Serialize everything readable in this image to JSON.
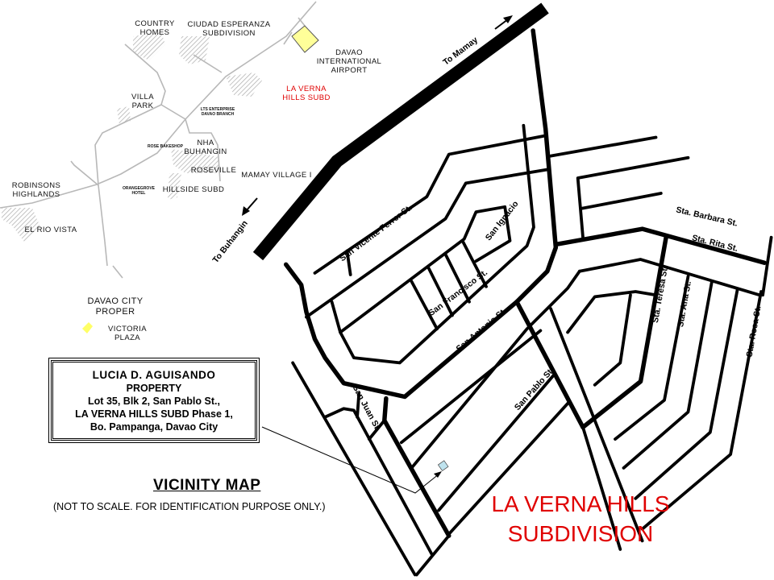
{
  "colors": {
    "title_red": "#e00000",
    "airport_yellow": "#ffff99",
    "property_blue": "#bfe3ee"
  },
  "locality_labels": {
    "country_homes": [
      "COUNTRY",
      "HOMES"
    ],
    "ciudad": [
      "CIUDAD ESPERANZA",
      "SUBDIVISION"
    ],
    "airport": [
      "DAVAO",
      "INTERNATIONAL",
      "AIRPORT"
    ],
    "la_verna": [
      "LA VERNA",
      "HILLS SUBD"
    ],
    "villa_park": [
      "VILLA",
      "PARK"
    ],
    "lts": [
      "LTS ENTERPRISE",
      "DAVAO BRANCH"
    ],
    "rose_bakeshop": "ROSE BAKESHOP",
    "nha": [
      "NHA",
      "BUHANGIN"
    ],
    "roseville": "ROSEVILLE",
    "mamay": "MAMAY VILLAGE I",
    "orangegrove": [
      "ORANGEGROVE",
      "HOTEL"
    ],
    "hillside": "HILLSIDE SUBD",
    "robinsons": [
      "ROBINSONS",
      "HIGHLANDS"
    ],
    "el_rio": "EL RIO VISTA",
    "davao_city": [
      "DAVAO CITY",
      "PROPER"
    ],
    "victoria": [
      "VICTORIA",
      "PLAZA"
    ]
  },
  "directions": {
    "to_mamay": "To Mamay",
    "to_buhangin": "To Buhangin"
  },
  "streets": {
    "san_vicente": "San Vicente Ferrer  St.",
    "san_ignacio": "San Ignacio",
    "san_francisco": "San Francisco St.",
    "san_antonio": "San Antonio St.",
    "san_pablo": "San Pablo St.",
    "san_juan": "San Juan St.",
    "sta_barbara": "Sta. Barbara St.",
    "sta_rita": "Sta. Rita  St.",
    "sta_teresa": "Sta. Teresa St.",
    "sta_ana": "Sta. Ana St.",
    "sta_rosa": "Sta. Rosa St."
  },
  "property_box": {
    "owner": "LUCIA D. AGUISANDO",
    "type": "PROPERTY",
    "lot": "Lot 35, Blk 2, San Pablo St.,",
    "subd": "LA VERNA HILLS SUBD  Phase 1,",
    "place": "Bo. Pampanga, Davao City"
  },
  "vicinity": {
    "title": "VICINITY MAP",
    "subtitle": "(NOT TO SCALE. FOR IDENTIFICATION PURPOSE ONLY.)"
  },
  "big_title": [
    "LA VERNA HILLS",
    "SUBDIVISION"
  ]
}
